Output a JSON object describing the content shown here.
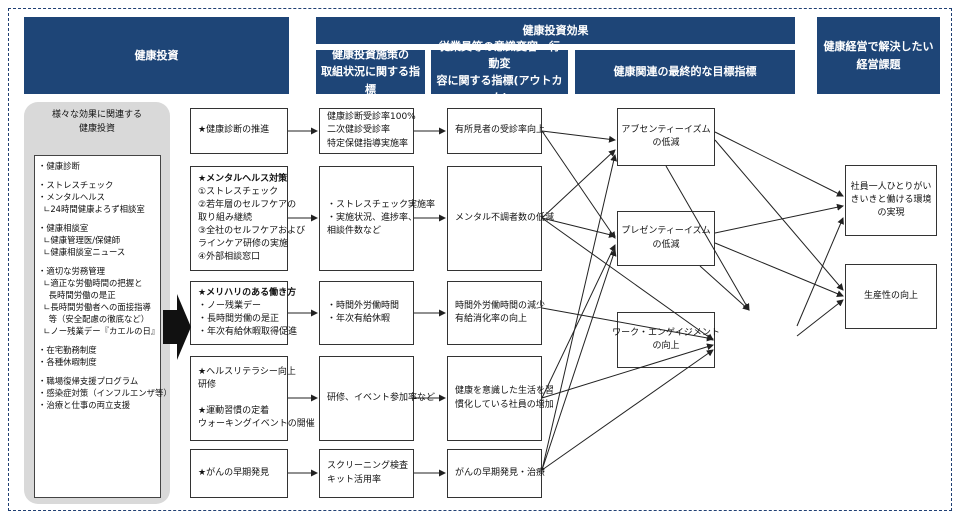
{
  "headers": {
    "investment": "健康投資",
    "effect": "健康投資効果",
    "col_initiative": "健康投資施策の\n取組状況に関する指標",
    "col_outcome": "従業員等の意識変容・行動変\n容に関する指標(アウトカム)",
    "col_goal": "健康関連の最終的な目標指標",
    "col_issue": "健康経営で解決したい\n経営課題"
  },
  "panel": {
    "title": "様々な効果に関連する\n健康投資",
    "groups": [
      [
        "・健康診断"
      ],
      [
        "・ストレスチェック",
        "・メンタルヘルス",
        "  ∟24時間健康よろず相談室"
      ],
      [
        "・健康相談室",
        "  ∟健康管理医/保健師",
        "  ∟健康相談室ニュース"
      ],
      [
        "・適切な労務管理",
        "  ∟適正な労働時間の把握と",
        "    長時間労働の是正",
        "  ∟長時間労働者への面接指導",
        "    等（安全配慮の徹底など）",
        "  ∟ノー残業デー『カエルの日』"
      ],
      [
        "・在宅勤務制度",
        "・各種休暇制度"
      ],
      [
        "・職場復帰支援プログラム",
        "・感染症対策（インフルエンザ等）",
        "・治療と仕事の両立支援"
      ]
    ]
  },
  "investments": [
    {
      "lines": [
        "★健康診断の推進"
      ],
      "bold": []
    },
    {
      "lines": [
        "★メンタルヘルス対策",
        "①ストレスチェック",
        "②若年層のセルフケアの",
        "  取り組み継続",
        "③全社のセルフケアおよび",
        "  ラインケア研修の実施",
        "④外部相談窓口"
      ],
      "bold": [
        0
      ]
    },
    {
      "lines": [
        "★メリハリのある働き方",
        "・ノー残業デー",
        "・長時間労働の是正",
        "・年次有給休暇取得促進"
      ],
      "bold": [
        0
      ]
    },
    {
      "lines": [
        "★ヘルスリテラシー向上",
        "  研修",
        "",
        "★運動習慣の定着",
        "ウォーキングイベントの開催"
      ],
      "bold": []
    },
    {
      "lines": [
        "★がんの早期発見"
      ],
      "bold": []
    }
  ],
  "initiatives": [
    {
      "lines": [
        "健康診断受診率100%",
        "二次健診受診率",
        "特定保健指導実施率"
      ]
    },
    {
      "lines": [
        "・ストレスチェック実施率",
        "・実施状況、進捗率、",
        "  相談件数など"
      ]
    },
    {
      "lines": [
        "・時間外労働時間",
        "・年次有給休暇"
      ]
    },
    {
      "lines": [
        "研修、イベント参加率など"
      ]
    },
    {
      "lines": [
        "スクリーニング検査",
        "キット活用率"
      ]
    }
  ],
  "outcomes": [
    {
      "lines": [
        "有所見者の受診率向上"
      ]
    },
    {
      "lines": [
        "メンタル不調者数の低減"
      ]
    },
    {
      "lines": [
        "時間外労働時間の減少",
        "有給消化率の向上"
      ]
    },
    {
      "lines": [
        "健康を意識した生活を習",
        "慣化している社員の増加"
      ]
    },
    {
      "lines": [
        "がんの早期発見・治療"
      ]
    }
  ],
  "goals": [
    {
      "lines": [
        "アブセンティーイズム",
        "の低減"
      ]
    },
    {
      "lines": [
        "プレゼンティーイズム",
        "の低減"
      ]
    },
    {
      "lines": [
        "ワーク・エンゲイジメント",
        "の向上"
      ]
    }
  ],
  "issues": [
    {
      "lines": [
        "社員一人ひとりがい",
        "きいきと働ける環境",
        "の実現"
      ]
    },
    {
      "lines": [
        "生産性の向上"
      ]
    }
  ]
}
